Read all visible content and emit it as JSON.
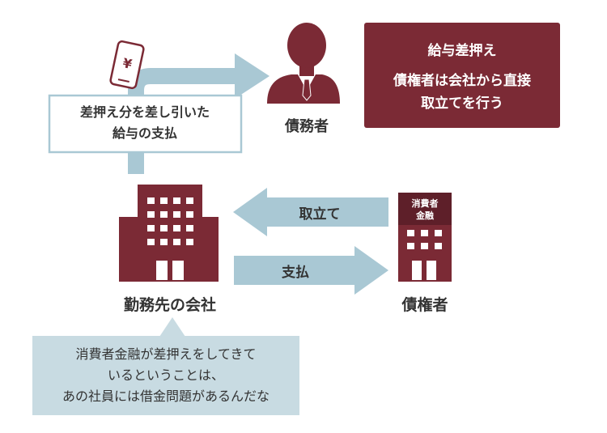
{
  "nodes": {
    "debtor": {
      "label": "債務者"
    },
    "company": {
      "label": "勤務先の会社"
    },
    "creditor": {
      "label": "債権者",
      "sign_lines": [
        "消費者",
        "金融"
      ]
    }
  },
  "edges": {
    "salary_payment": {
      "label_lines": [
        "差押え分を差し引いた",
        "給与の支払"
      ]
    },
    "collection": {
      "label": "取立て"
    },
    "payment": {
      "label": "支払"
    }
  },
  "info_box": {
    "title": "給与差押え",
    "body_lines": [
      "債権者は会社から直接",
      "取立てを行う"
    ]
  },
  "speech": {
    "lines": [
      "消費者金融が差押えをしてきて",
      "いるということは、",
      "あの社員には借金問題があるんだな"
    ]
  },
  "phone_glyph": "¥",
  "colors": {
    "accent": "#7b2a35",
    "arrow": "#a9c8d4",
    "speech_bg": "#c8dbe2",
    "bubble_border": "#a9c8d4",
    "text": "#333333"
  }
}
